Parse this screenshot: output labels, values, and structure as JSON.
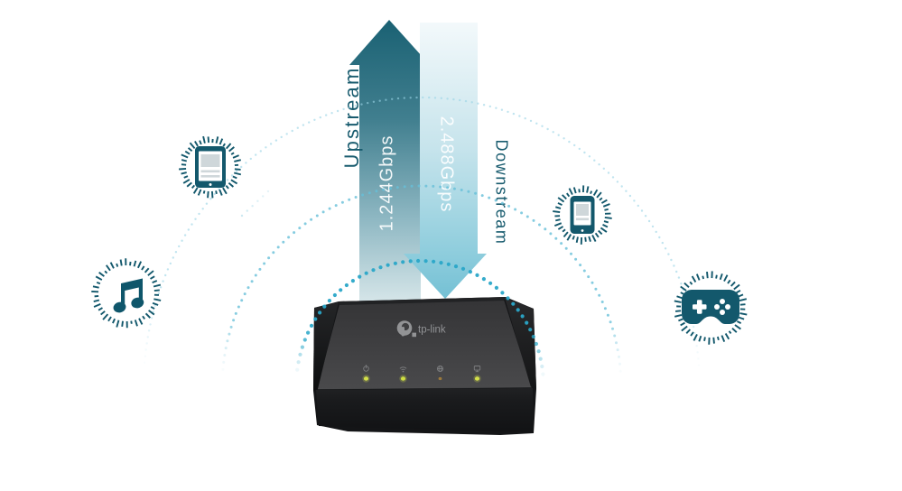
{
  "diagram": {
    "arrows": {
      "upstream": {
        "label": "Upstream",
        "speed": "1.244Gbps"
      },
      "downstream": {
        "label": "Downstream",
        "speed": "2.488Gbps"
      }
    },
    "router": {
      "brand": "tp-link",
      "led_icons": [
        "power-icon",
        "wifi-icon",
        "internet-icon",
        "lan-icon"
      ],
      "leds": [
        {
          "name": "power-led",
          "color": "#d4e04a",
          "state": "on"
        },
        {
          "name": "wifi-led",
          "color": "#cede42",
          "state": "on"
        },
        {
          "name": "internet-led",
          "color": "#9c7a3c",
          "state": "dim"
        },
        {
          "name": "lan-led",
          "color": "#d4e04a",
          "state": "on"
        }
      ]
    },
    "devices": [
      {
        "icon": "tablet-icon"
      },
      {
        "icon": "music-note-icon"
      },
      {
        "icon": "smartphone-icon"
      },
      {
        "icon": "game-controller-icon"
      }
    ],
    "colors": {
      "upstream_arrow_top": "#1a6173",
      "upstream_arrow_bottom": "#d6e5e9",
      "downstream_arrow_top": "#f2f9fb",
      "downstream_arrow_bottom": "#74c0d4",
      "label_teal": "#185b6e",
      "device_icon_teal": "#13586c",
      "arc_dots_inner": "#2aa7c8",
      "arc_dots_middle": "#66bfd8",
      "arc_dots_outer": "#9ad4e5",
      "router_body": "#3d3d3f",
      "router_front": "#17181a",
      "logo_gray": "#929395"
    }
  }
}
